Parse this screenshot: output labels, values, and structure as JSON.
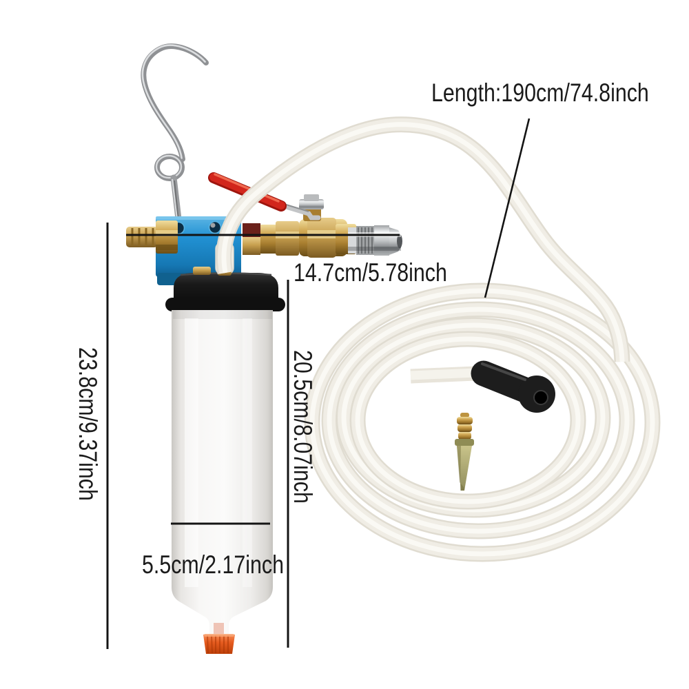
{
  "page": {
    "background": "#ffffff",
    "kind": "product-photo-with-dimension-annotations"
  },
  "labels": {
    "tube_length": "Length:190cm/74.8inch",
    "assembly_width": "14.7cm/5.78inch",
    "overall_height": "23.8cm/9.37inch",
    "bottle_height": "20.5cm/8.07inch",
    "bottle_diameter": "5.5cm/2.17inch"
  },
  "style": {
    "text_color": "#1b1b1b",
    "dimension_line_color": "#141414"
  },
  "parts": {
    "hook": {
      "name": "hanging-hook",
      "color": "#9a9c9f"
    },
    "bracket": {
      "name": "blue-mounting-bracket",
      "color": "#2191d3"
    },
    "barb_fitting": {
      "name": "brass-barb-fitting",
      "color": "#cfa855"
    },
    "ball_valve": {
      "name": "brass-ball-valve",
      "color": "#c79f4e"
    },
    "valve_handle": {
      "name": "red-valve-handle",
      "color": "#d2261c"
    },
    "quick_coupler": {
      "name": "chrome-quick-coupler",
      "color": "#c6c9cb"
    },
    "pump_cap": {
      "name": "black-pump-cap",
      "color": "#171717"
    },
    "bottle": {
      "name": "fluid-reservoir-bottle",
      "color": "#f4f3f2"
    },
    "drain_cap": {
      "name": "orange-drain-cap",
      "color": "#e65c20"
    },
    "tube": {
      "name": "coiled-clear-tube",
      "color": "#efece4"
    },
    "elbow": {
      "name": "black-elbow-connector",
      "color": "#1d1d1d"
    },
    "needle": {
      "name": "bleeder-needle-adapter",
      "color": "#a8a45e"
    }
  }
}
